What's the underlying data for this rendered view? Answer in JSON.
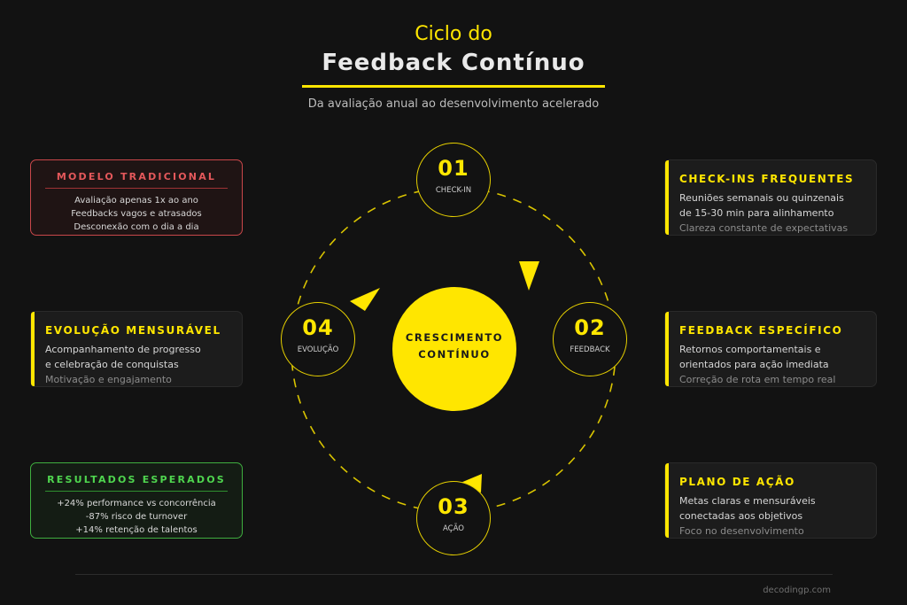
{
  "header": {
    "kicker": "Ciclo do",
    "title": "Feedback Contínuo",
    "subtitle": "Da avaliação anual ao desenvolvimento acelerado"
  },
  "colors": {
    "background": "#121212",
    "accent": "#ffe600",
    "traditional": "#e4585b",
    "results": "#4fd64f"
  },
  "left_cards": {
    "traditional": {
      "title": "MODELO TRADICIONAL",
      "lines": [
        "Avaliação apenas 1x ao ano",
        "Feedbacks vagos e atrasados",
        "Desconexão com o dia a dia"
      ]
    },
    "evolution": {
      "title": "EVOLUÇÃO MENSURÁVEL",
      "lines": [
        "Acompanhamento de progresso",
        "e celebração de conquistas"
      ],
      "note": "Motivação e engajamento"
    },
    "results": {
      "title": "RESULTADOS ESPERADOS",
      "lines": [
        "+24% performance vs concorrência",
        "-87% risco de turnover",
        "+14% retenção de talentos"
      ]
    }
  },
  "right_cards": {
    "checkins": {
      "title": "CHECK-INS FREQUENTES",
      "lines": [
        "Reuniões semanais ou quinzenais",
        "de 15-30 min para alinhamento"
      ],
      "note": "Clareza constante de expectativas"
    },
    "feedback": {
      "title": "FEEDBACK ESPECÍFICO",
      "lines": [
        "Retornos comportamentais e",
        "orientados para ação imediata"
      ],
      "note": "Correção de rota em tempo real"
    },
    "plan": {
      "title": "PLANO DE AÇÃO",
      "lines": [
        "Metas claras e mensuráveis",
        "conectadas aos objetivos"
      ],
      "note": "Foco no desenvolvimento"
    }
  },
  "cycle": {
    "center": [
      "CRESCIMENTO",
      "CONTÍNUO"
    ],
    "nodes": [
      {
        "number": "01",
        "label": "CHECK-IN"
      },
      {
        "number": "02",
        "label": "FEEDBACK"
      },
      {
        "number": "03",
        "label": "AÇÃO"
      },
      {
        "number": "04",
        "label": "EVOLUÇÃO"
      }
    ]
  },
  "footer": {
    "site": "decodingp.com"
  }
}
